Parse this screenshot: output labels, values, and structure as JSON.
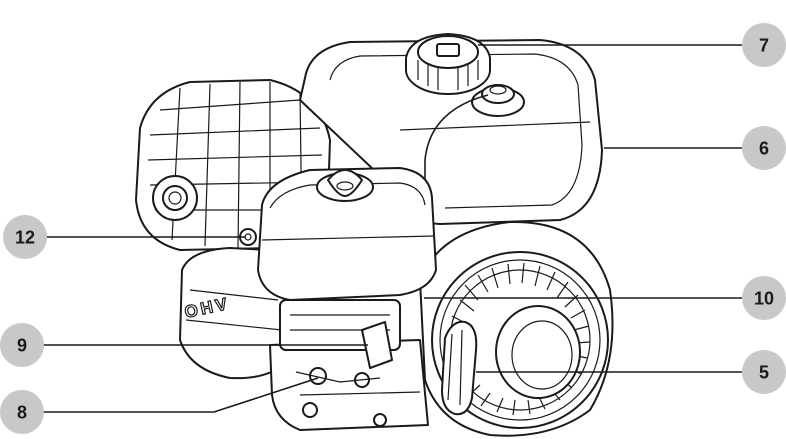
{
  "diagram": {
    "engine_label": "OHV",
    "callouts": [
      {
        "id": "7",
        "label": "7"
      },
      {
        "id": "6",
        "label": "6"
      },
      {
        "id": "12",
        "label": "12"
      },
      {
        "id": "10",
        "label": "10"
      },
      {
        "id": "9",
        "label": "9"
      },
      {
        "id": "5",
        "label": "5"
      },
      {
        "id": "8",
        "label": "8"
      }
    ]
  },
  "colors": {
    "badge": "#c8c8c8",
    "line": "#1a1a1a",
    "background": "#ffffff"
  }
}
